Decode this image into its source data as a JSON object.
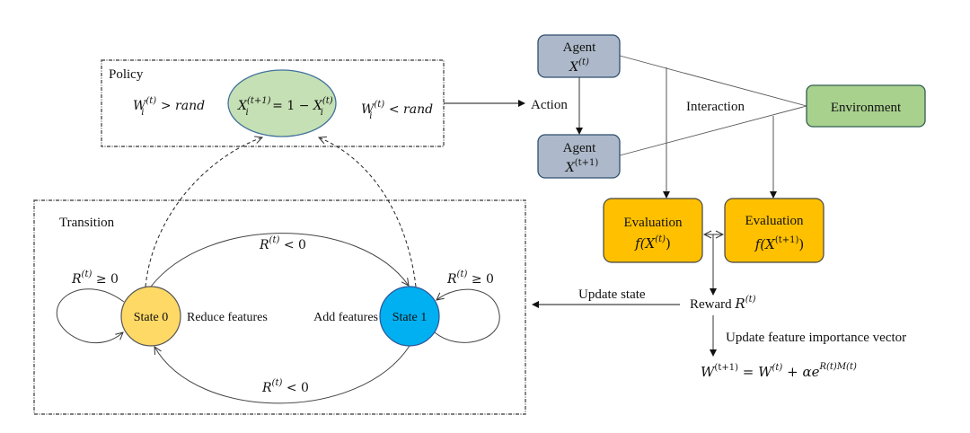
{
  "diagram": {
    "policy": {
      "title": "Policy",
      "left_condition": {
        "base": "W",
        "sub": "i",
        "sup": "(t)",
        "rest": " > rand"
      },
      "right_condition": {
        "base": "W",
        "sub": "i",
        "sup": "(t)",
        "rest": " < rand"
      },
      "flip_rule": {
        "lhs_base": "X",
        "lhs_sub": "i",
        "lhs_sup": "(t+1)",
        "mid": " = 1 − ",
        "rhs_base": "X",
        "rhs_sub": "i",
        "rhs_sup": "(t)"
      },
      "ellipse_color": "#C5E0B4"
    },
    "action_label": "Action",
    "agent_t": {
      "title": "Agent",
      "var_base": "X",
      "var_sup": "(t)"
    },
    "agent_t1": {
      "title": "Agent",
      "var_base": "X",
      "var_sup": "(t+1)"
    },
    "agent_color": "#ADB9CA",
    "interaction_label": "Interaction",
    "environment": {
      "label": "Environment",
      "color": "#A9D18E"
    },
    "evaluation_t": {
      "title": "Evaluation",
      "fn": "f(X",
      "sup": "(t)",
      "close": ")"
    },
    "evaluation_t1": {
      "title": "Evaluation",
      "fn": "f(X",
      "sup": "(t+1)",
      "close": ")"
    },
    "evaluation_color": "#FFC000",
    "reward": {
      "label": "Reward ",
      "var_base": "R",
      "var_sup": "(t)"
    },
    "update_state_label": "Update state",
    "update_weights_label": "Update feature importance vector",
    "weight_update": {
      "lhs": "W",
      "lhs_sup": "(t+1)",
      "mid": " = W",
      "mid_sup": "(t)",
      "plus": " + αe",
      "exp": "R(t)M(t)"
    },
    "transition": {
      "title": "Transition",
      "state0": {
        "label": "State 0",
        "action": "Reduce features",
        "color": "#FFD966"
      },
      "state1": {
        "label": "State 1",
        "action": "Add features",
        "color": "#00B0F0"
      },
      "self_loop_0": {
        "base": "R",
        "sup": "(t)",
        "rest": " ≥ 0"
      },
      "self_loop_1": {
        "base": "R",
        "sup": "(t)",
        "rest": " ≥ 0"
      },
      "top_edge": {
        "base": "R",
        "sup": "(t)",
        "rest": " < 0"
      },
      "bottom_edge": {
        "base": "R",
        "sup": "(t)",
        "rest": " < 0"
      }
    }
  }
}
